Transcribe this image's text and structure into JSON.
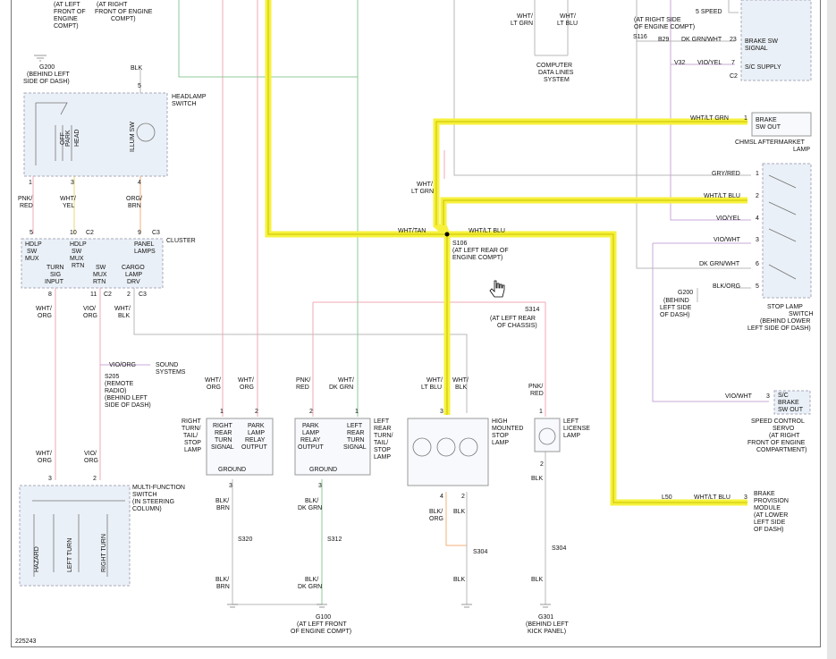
{
  "diagram_id": "225243",
  "colors": {
    "highlight": "#f6f13c",
    "wire_pink": "#f0a8b4",
    "wire_green": "#8fca9a",
    "wire_gray": "#b9b9b9",
    "wire_violet": "#c8a8d8",
    "wire_orange": "#f3b27a",
    "wire_yellow": "#e8d870"
  },
  "top": {
    "left_front_1": "(AT LEFT",
    "left_front_2": "FRONT OF",
    "left_front_3": "ENGINE",
    "left_front_4": "COMPT)",
    "right_front_1": "(AT RIGHT",
    "right_front_2": "FRONT OF ENGINE",
    "right_front_3": "COMPT)",
    "data_w1a": "WHT/",
    "data_w1b": "LT GRN",
    "data_w2a": "WHT/",
    "data_w2b": "LT BLU",
    "computer_1": "COMPUTER",
    "computer_2": "DATA LINES",
    "computer_3": "SYSTEM",
    "right_side_1": "(AT RIGHT SIDE",
    "right_side_2": "OF ENGINE COMPT)",
    "speed_5": "5 SPEED",
    "s116": "S116",
    "b29": "B29",
    "dkgrnwht_top": "DK GRN/WHT",
    "pin23": "23",
    "v32": "V32",
    "vioyel_top": "VIO/YEL",
    "pin7": "7",
    "c2_top": "C2",
    "brake_sw_1": "BRAKE SW",
    "brake_sw_2": "SIGNAL",
    "brake_sw_3": "S/C SUPPLY"
  },
  "g200": {
    "id": "G200",
    "loc1": "(BEHIND LEFT",
    "loc2": "SIDE OF DASH)",
    "blk": "BLK",
    "pin5": "5"
  },
  "headlamp": {
    "title1": "HEADLAMP",
    "title2": "SWITCH",
    "off": "OFF",
    "park": "PARK",
    "head": "HEAD",
    "illum": "ILLUM SW",
    "pin1": "1",
    "pin3": "3",
    "pin4": "4"
  },
  "hl_wires": {
    "pnk_red_1": "PNK/",
    "pnk_red_2": "RED",
    "wht_yel_1": "WHT/",
    "wht_yel_2": "YEL",
    "org_brn_1": "ORG/",
    "org_brn_2": "BRN"
  },
  "cluster": {
    "title": "CLUSTER",
    "pin5": "5",
    "pin10": "10",
    "c2a": "C2",
    "pin9": "9",
    "c3a": "C3",
    "hdlp_bw_mux_1": "HDLP",
    "hdlp_bw_mux_2": "SW",
    "hdlp_bw_mux_3": "MUX",
    "hdlp_rtn_1": "HDLP",
    "hdlp_rtn_2": "SW",
    "hdlp_rtn_3": "MUX",
    "hdlp_rtn_4": "RTN",
    "panel_1": "PANEL",
    "panel_2": "LAMPS",
    "turn_1": "TURN",
    "turn_2": "SIG",
    "turn_3": "INPUT",
    "swmux_1": "SW",
    "swmux_2": "MUX",
    "swmux_3": "RTN",
    "cargo_1": "CARGO",
    "cargo_2": "LAMP",
    "cargo_3": "DRV",
    "pin8": "8",
    "pin11": "11",
    "c2b": "C2",
    "pin2": "2",
    "c3b": "C3"
  },
  "cl_wires": {
    "wht_org_1": "WHT/",
    "wht_org_2": "ORG",
    "vio_org_1": "VIO/",
    "vio_org_2": "ORG",
    "wht_blk_1": "WHT/",
    "wht_blk_2": "BLK"
  },
  "s205": {
    "vio_org": "VIO/ORG",
    "sound_1": "SOUND",
    "sound_2": "SYSTEMS",
    "id": "S205",
    "l1": "(REMOTE",
    "l2": "RADIO)",
    "l3": "(BEHIND LEFT",
    "l4": "SIDE OF DASH)"
  },
  "multifunction": {
    "w1a": "WHT/",
    "w1b": "ORG",
    "w2a": "VIO/",
    "w2b": "ORG",
    "pin3": "3",
    "pin2": "2",
    "title1": "MULTI-FUNCTION",
    "title2": "SWITCH",
    "title3": "(IN STEERING",
    "title4": "COLUMN)",
    "hazard": "HAZARD",
    "left_turn": "LEFT TURN",
    "right_turn": "RIGHT TURN"
  },
  "mid_wires": {
    "a1": "WHT/",
    "a2": "ORG",
    "b1": "WHT/",
    "b2": "ORG",
    "c1": "PNK/",
    "c2": "RED",
    "d1": "WHT/",
    "d2": "DK GRN",
    "pa": "1",
    "pb": "2",
    "pc": "2",
    "pd": "1"
  },
  "rt_lamp": {
    "ext1": "RIGHT",
    "ext2": "TURN/",
    "ext3": "TAIL/",
    "ext4": "STOP",
    "ext5": "LAMP",
    "in1": "RIGHT",
    "in2": "REAR",
    "in3": "TURN",
    "in4": "SIGNAL",
    "in5": "PARK",
    "in6": "LAMP",
    "in7": "RELAY",
    "in8": "OUTPUT",
    "ground": "GROUND",
    "pin3": "3",
    "w1": "BLK/",
    "w2": "BRN",
    "s": "S320",
    "w3": "BLK/",
    "w4": "BRN"
  },
  "lt_lamp": {
    "ext1": "LEFT",
    "ext2": "REAR",
    "ext3": "TURN/",
    "ext4": "TAIL/",
    "ext5": "STOP",
    "ext6": "LAMP",
    "in1": "PARK",
    "in2": "LAMP",
    "in3": "RELAY",
    "in4": "OUTPUT",
    "in5": "LEFT",
    "in6": "REAR",
    "in7": "TURN",
    "in8": "SIGNAL",
    "ground": "GROUND",
    "pin3": "3",
    "w1": "BLK/",
    "w2": "DK GRN",
    "s": "S312",
    "w3": "BLK/",
    "w4": "DK GRN"
  },
  "g100": {
    "id": "G100",
    "l1": "(AT LEFT FRONT",
    "l2": "OF ENGINE COMPT)"
  },
  "center": {
    "wht_tan": "WHT/TAN",
    "wht_ltgrn_1": "WHT/",
    "wht_ltgrn_2": "LT GRN",
    "wht_ltblu": "WHT/LT BLU",
    "s106": "S106",
    "s106_l1": "(AT LEFT REAR OF",
    "s106_l2": "ENGINE COMPT)",
    "s314": "S314",
    "s314_l1": "(AT LEFT REAR",
    "s314_l2": "OF CHASSIS)"
  },
  "hmsl": {
    "w1": "WHT/",
    "w2": "LT BLU",
    "w3": "WHT/",
    "w4": "BLK",
    "pin3": "3",
    "t1": "HIGH",
    "t2": "MOUNTED",
    "t3": "STOP",
    "t4": "LAMP",
    "pin4": "4",
    "pin2": "2",
    "b1": "BLK/",
    "b2": "ORG",
    "b3": "BLK",
    "s": "S304",
    "b4": "BLK"
  },
  "license": {
    "w1": "PNK/",
    "w2": "RED",
    "pin1": "1",
    "t1": "LEFT",
    "t2": "LICENSE",
    "t3": "LAMP",
    "pin2": "2",
    "w3": "BLK",
    "s": "S304",
    "w4": "BLK"
  },
  "g301": {
    "id": "G301",
    "l1": "(BEHIND LEFT",
    "l2": "KICK PANEL)"
  },
  "right": {
    "wht_ltgrn": "WHT/LT GRN",
    "pin1": "1",
    "brake_sw_out_1": "BRAKE",
    "brake_sw_out_2": "SW OUT",
    "chmsl_1": "CHMSL AFTERMARKET",
    "chmsl_2": "LAMP",
    "gry_red": "GRY/RED",
    "p1": "1",
    "wht_ltblu": "WHT/LT BLU",
    "p2": "2",
    "vio_yel": "VIO/YEL",
    "p4": "4",
    "vio_wht": "VIO/WHT",
    "p3": "3",
    "dk_grn_wht": "DK GRN/WHT",
    "p6": "6",
    "blk_org": "BLK/ORG",
    "p5": "5",
    "g200": "G200",
    "g200_l1": "(BEHIND",
    "g200_l2": "LEFT SIDE",
    "g200_l3": "OF DASH)",
    "stop_1": "STOP LAMP",
    "stop_2": "SWITCH",
    "stop_3": "(BEHIND LOWER",
    "stop_4": "LEFT SIDE OF DASH)",
    "vio_wht2": "VIO/WHT",
    "p3b": "3",
    "sc_1": "S/C",
    "sc_2": "BRAKE",
    "sc_3": "SW OUT",
    "scs_1": "SPEED CONTROL",
    "scs_2": "SERVO",
    "scs_3": "(AT RIGHT",
    "scs_4": "FRONT OF ENGINE",
    "scs_5": "COMPARTMENT)",
    "l50": "L50",
    "wht_ltblu2": "WHT/LT BLU",
    "p3c": "3",
    "bpm_1": "BRAKE",
    "bpm_2": "PROVISION",
    "bpm_3": "MODULE",
    "bpm_4": "(AT LOWER",
    "bpm_5": "LEFT SIDE",
    "bpm_6": "OF DASH)"
  }
}
